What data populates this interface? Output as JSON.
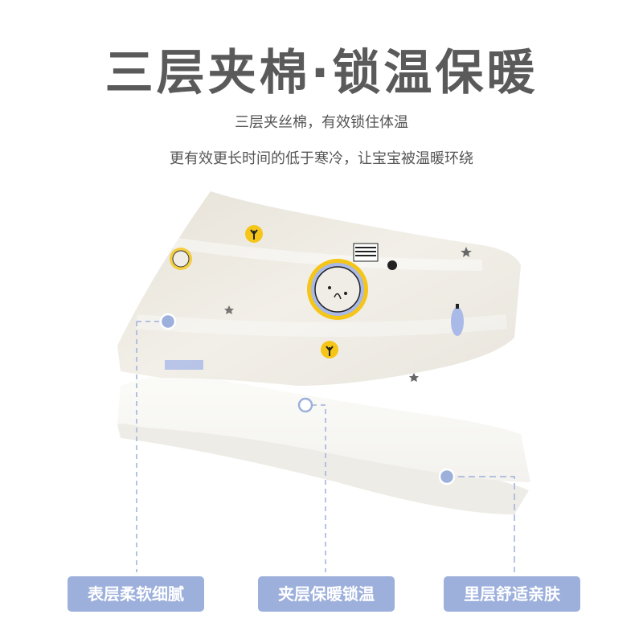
{
  "header": {
    "title": "三层夹棉·锁温保暖",
    "subtitle_line1": "三层夹丝棉，有效锁住体温",
    "subtitle_line2": "更有效更长时间的低于寒冷，让宝宝被温暖环绕"
  },
  "illustration": {
    "description": "three-layer-quilted-fabric",
    "print_icons": [
      "bear-face",
      "tree-circle",
      "star",
      "pinecone"
    ],
    "colors": {
      "fabric": "#ece9e2",
      "accent_yellow": "#f5c518",
      "accent_blue": "#a9b9e8",
      "marker": "#9db0dc"
    }
  },
  "labels": [
    {
      "text": "表层柔软细腻",
      "marker": "filled-dot"
    },
    {
      "text": "夹层保暖锁温",
      "marker": "hollow-dot"
    },
    {
      "text": "里层舒适亲肤",
      "marker": "filled-dot"
    }
  ]
}
